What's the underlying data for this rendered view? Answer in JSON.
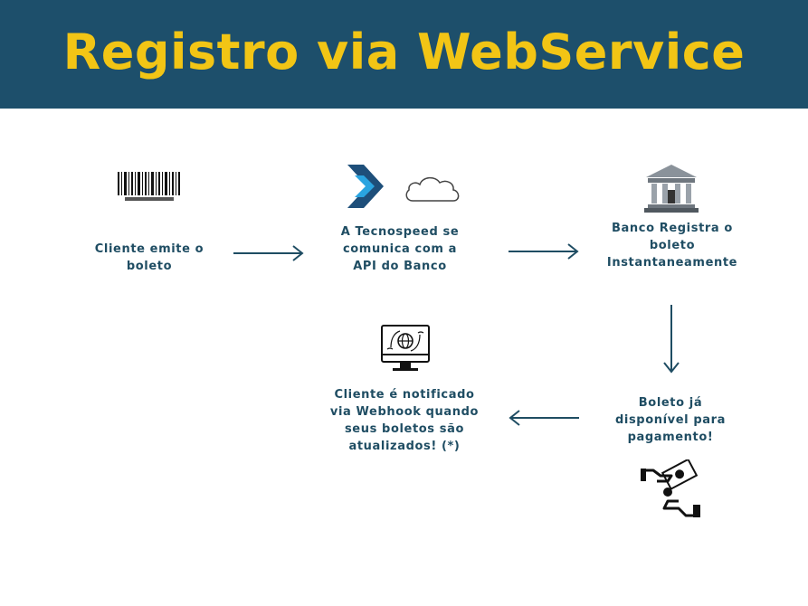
{
  "header": {
    "title": "Registro via WebService"
  },
  "steps": {
    "client_issues": {
      "label": "Cliente emite o\nboleto",
      "icon": "barcode-icon"
    },
    "tecnospeed": {
      "label": "A Tecnospeed se\ncomunica com a\nAPI do Banco",
      "icons": [
        "tecnospeed-logo-icon",
        "cloud-icon"
      ]
    },
    "bank_registers": {
      "label": "Banco Registra o\nboleto\nInstantaneamente",
      "icon": "bank-icon"
    },
    "available": {
      "label": "Boleto já\ndisponível para\npagamento!",
      "icon": "hand-money-icon"
    },
    "notified": {
      "label": "Cliente é notificado\nvia Webhook quando\nseus boletos são\natualizados! (*)",
      "icon": "monitor-globe-icon"
    }
  },
  "colors": {
    "header_bg": "#1d4f6b",
    "title": "#f2c515",
    "text": "#1f4d63",
    "arrow": "#1f4d63"
  }
}
